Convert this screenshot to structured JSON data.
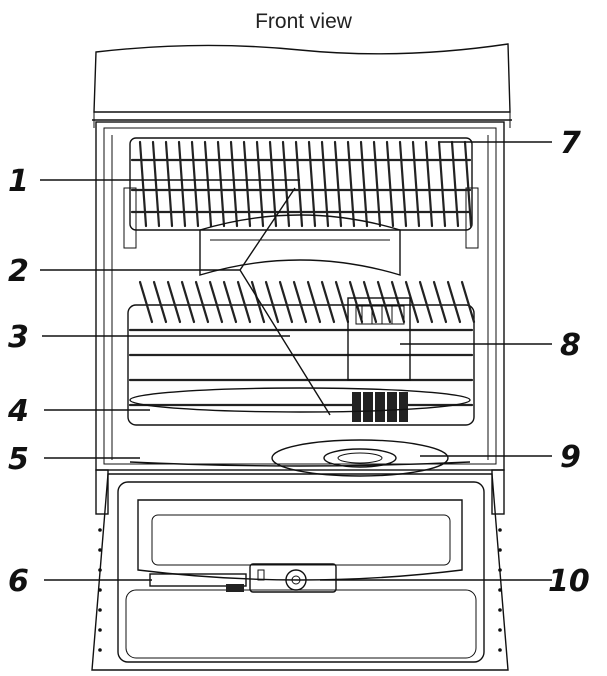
{
  "title": "Front view",
  "callouts": [
    {
      "id": "1",
      "label": "1"
    },
    {
      "id": "2",
      "label": "2"
    },
    {
      "id": "3",
      "label": "3"
    },
    {
      "id": "4",
      "label": "4"
    },
    {
      "id": "5",
      "label": "5"
    },
    {
      "id": "6",
      "label": "6"
    },
    {
      "id": "7",
      "label": "7"
    },
    {
      "id": "8",
      "label": "8"
    },
    {
      "id": "9",
      "label": "9"
    },
    {
      "id": "10",
      "label": "10"
    }
  ]
}
